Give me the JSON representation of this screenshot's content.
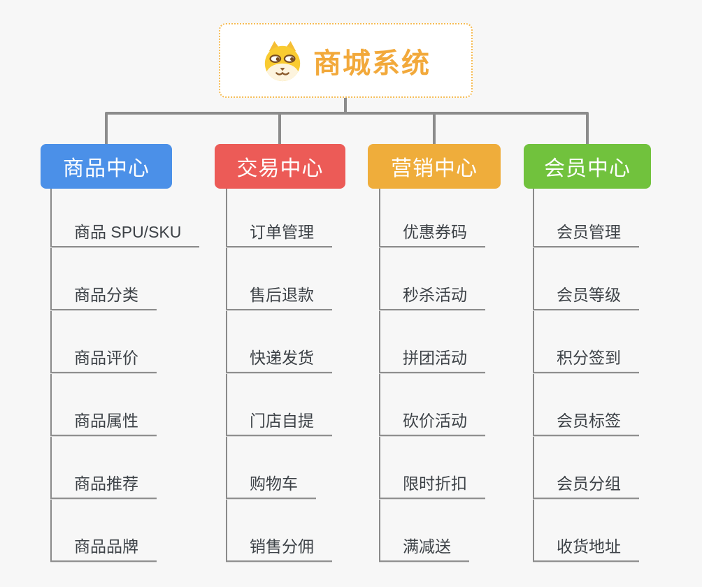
{
  "root": {
    "title": "商城系统",
    "icon": "dog-face-icon"
  },
  "tree": {
    "branches": [
      {
        "label": "商品中心",
        "color": "#4B90E8",
        "items": [
          "商品 SPU/SKU",
          "商品分类",
          "商品评价",
          "商品属性",
          "商品推荐",
          "商品品牌"
        ]
      },
      {
        "label": "交易中心",
        "color": "#EC5B57",
        "items": [
          "订单管理",
          "售后退款",
          "快递发货",
          "门店自提",
          "购物车",
          "销售分佣"
        ]
      },
      {
        "label": "营销中心",
        "color": "#EFAD3B",
        "items": [
          "优惠券码",
          "秒杀活动",
          "拼团活动",
          "砍价活动",
          "限时折扣",
          "满减送"
        ]
      },
      {
        "label": "会员中心",
        "color": "#71C23D",
        "items": [
          "会员管理",
          "会员等级",
          "积分签到",
          "会员标签",
          "会员分组",
          "收货地址"
        ]
      }
    ]
  },
  "colors": {
    "background": "#F7F7F7",
    "root_accent": "#F2A93B",
    "root_border": "#F6BC55",
    "connector": "#8C8C8C",
    "leaf_underline": "#8F8F8F",
    "leaf_text": "#3D4247"
  }
}
